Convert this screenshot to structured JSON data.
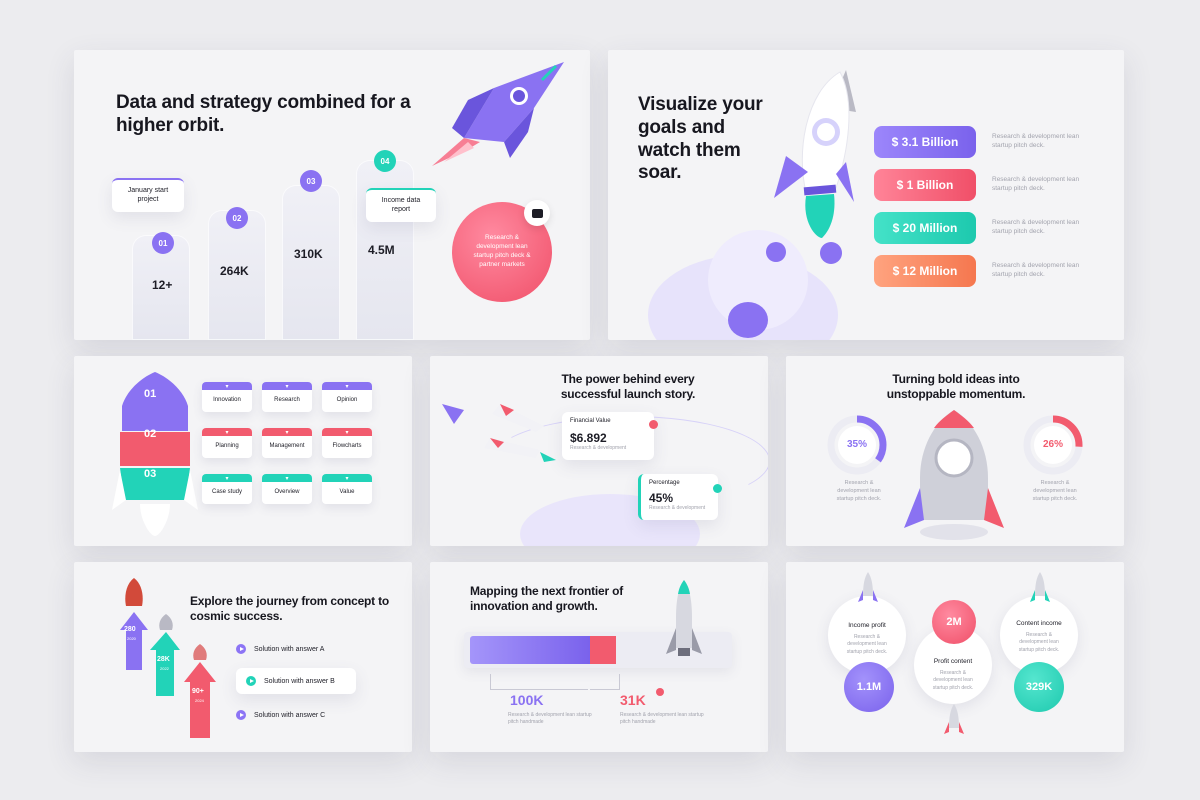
{
  "s1": {
    "title": "Data and strategy combined for a higher orbit.",
    "note_jan": "January start project",
    "note_income": "Income data report",
    "bubble": "Research & development lean startup pitch deck & partner markets",
    "steps": [
      {
        "num": "01",
        "value": "12+"
      },
      {
        "num": "02",
        "value": "264K"
      },
      {
        "num": "03",
        "value": "310K"
      },
      {
        "num": "04",
        "value": "4.5M"
      }
    ]
  },
  "s2": {
    "title": "Visualize your goals and watch them soar.",
    "items": [
      {
        "label": "$ 3.1 Billion",
        "desc": "Research & development lean startup pitch deck.",
        "color": "#8a72f2"
      },
      {
        "label": "$ 1 Billion",
        "desc": "Research & development lean startup pitch deck.",
        "color": "#f25b6e"
      },
      {
        "label": "$ 20 Million",
        "desc": "Research & development lean startup pitch deck.",
        "color": "#22d3b8"
      },
      {
        "label": "$ 12 Million",
        "desc": "Research & development lean startup pitch deck.",
        "color": "#f7835f"
      }
    ]
  },
  "s3": {
    "levels": [
      "01",
      "02",
      "03"
    ],
    "tags": [
      {
        "label": "Innovation",
        "color": "#8a72f2"
      },
      {
        "label": "Research",
        "color": "#8a72f2"
      },
      {
        "label": "Opinion",
        "color": "#8a72f2"
      },
      {
        "label": "Planning",
        "color": "#f25b6e"
      },
      {
        "label": "Management",
        "color": "#f25b6e"
      },
      {
        "label": "Flowcharts",
        "color": "#f25b6e"
      },
      {
        "label": "Case study",
        "color": "#22d3b8"
      },
      {
        "label": "Overview",
        "color": "#22d3b8"
      },
      {
        "label": "Value",
        "color": "#22d3b8"
      }
    ]
  },
  "s4": {
    "title": "The power behind every successful launch story.",
    "card1": {
      "label": "Financial Value",
      "value": "$6.892",
      "desc": "Research & development"
    },
    "card2": {
      "label": "Percentage",
      "value": "45%",
      "desc": "Research & development"
    }
  },
  "s5": {
    "title": "Turning bold ideas into unstoppable momentum.",
    "left": {
      "value": "35%",
      "fraction": 0.35,
      "desc": "Research & development lean startup pitch deck."
    },
    "right": {
      "value": "26%",
      "fraction": 0.26,
      "desc": "Research & development lean startup pitch deck."
    }
  },
  "s6": {
    "title": "Explore the journey from concept to cosmic success.",
    "arrows": [
      {
        "value": "280",
        "sub": "2020",
        "color": "#8a72f2"
      },
      {
        "value": "28K",
        "sub": "2022",
        "color": "#22d3b8"
      },
      {
        "value": "90+",
        "sub": "2024",
        "color": "#f25b6e"
      }
    ],
    "solutions": [
      "Solution with answer A",
      "Solution with answer B",
      "Solution with answer C"
    ]
  },
  "s7": {
    "title": "Mapping the next frontier of innovation and growth.",
    "left": {
      "value": "100K",
      "desc": "Research & development lean startup pitch handmade"
    },
    "right": {
      "value": "31K",
      "desc": "Research & development lean startup pitch handmade"
    }
  },
  "s8": {
    "income": {
      "label": "Income profit",
      "desc": "Research & development lean startup pitch deck.",
      "value": "1.1M"
    },
    "profit": {
      "label": "Profit content",
      "desc": "Research & development lean startup pitch deck.",
      "value": "2M"
    },
    "content": {
      "label": "Content income",
      "desc": "Research & development lean startup pitch deck.",
      "value": "329K"
    }
  }
}
